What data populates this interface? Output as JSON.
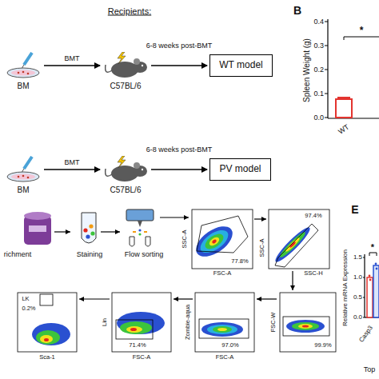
{
  "diagram": {
    "nodes": [
      {
        "text": [
          "BM"
        ]
      },
      {
        "text": [
          "C57BL/6"
        ]
      },
      {
        "text": [
          "WT model"
        ]
      },
      {
        "text": [
          "BM"
        ]
      },
      {
        "text": [
          "C57BL/6"
        ]
      },
      {
        "text": [
          "PV model"
        ]
      }
    ],
    "edges": [
      {
        "from": 0,
        "to": 1,
        "label": "BMT",
        "arrow": "to"
      },
      {
        "from": 1,
        "to": 2,
        "label": "6-8 weeks post-BMT",
        "arrow": "to"
      },
      {
        "from": 3,
        "to": 4,
        "label": "BMT",
        "arrow": "to"
      },
      {
        "from": 4,
        "to": 5,
        "label": "6-8 weeks post-BMT",
        "arrow": "to"
      }
    ],
    "labels": [
      "Recipients:",
      "B",
      "Spleen Weight (g)",
      "0.4",
      "0.3",
      "0.2",
      "0.1",
      "0.0",
      "*",
      "WT",
      "richment",
      "Staining",
      "Flow sorting",
      "SSC-A",
      "FSC-A",
      "77.8%",
      "SSC-A",
      "SSC-H",
      "97.4%",
      "FSC-W",
      "99.9%",
      "Zombie-aqua",
      "FSC-A",
      "97.0%",
      "Lin",
      "FSC-A",
      "71.4%",
      "LK",
      "0.2%",
      "Sca-1",
      "E",
      "Relative mRNA Expression",
      "1.5",
      "1.0",
      "0.5",
      "0.0",
      "*",
      "Casp3",
      "Top"
    ]
  }
}
